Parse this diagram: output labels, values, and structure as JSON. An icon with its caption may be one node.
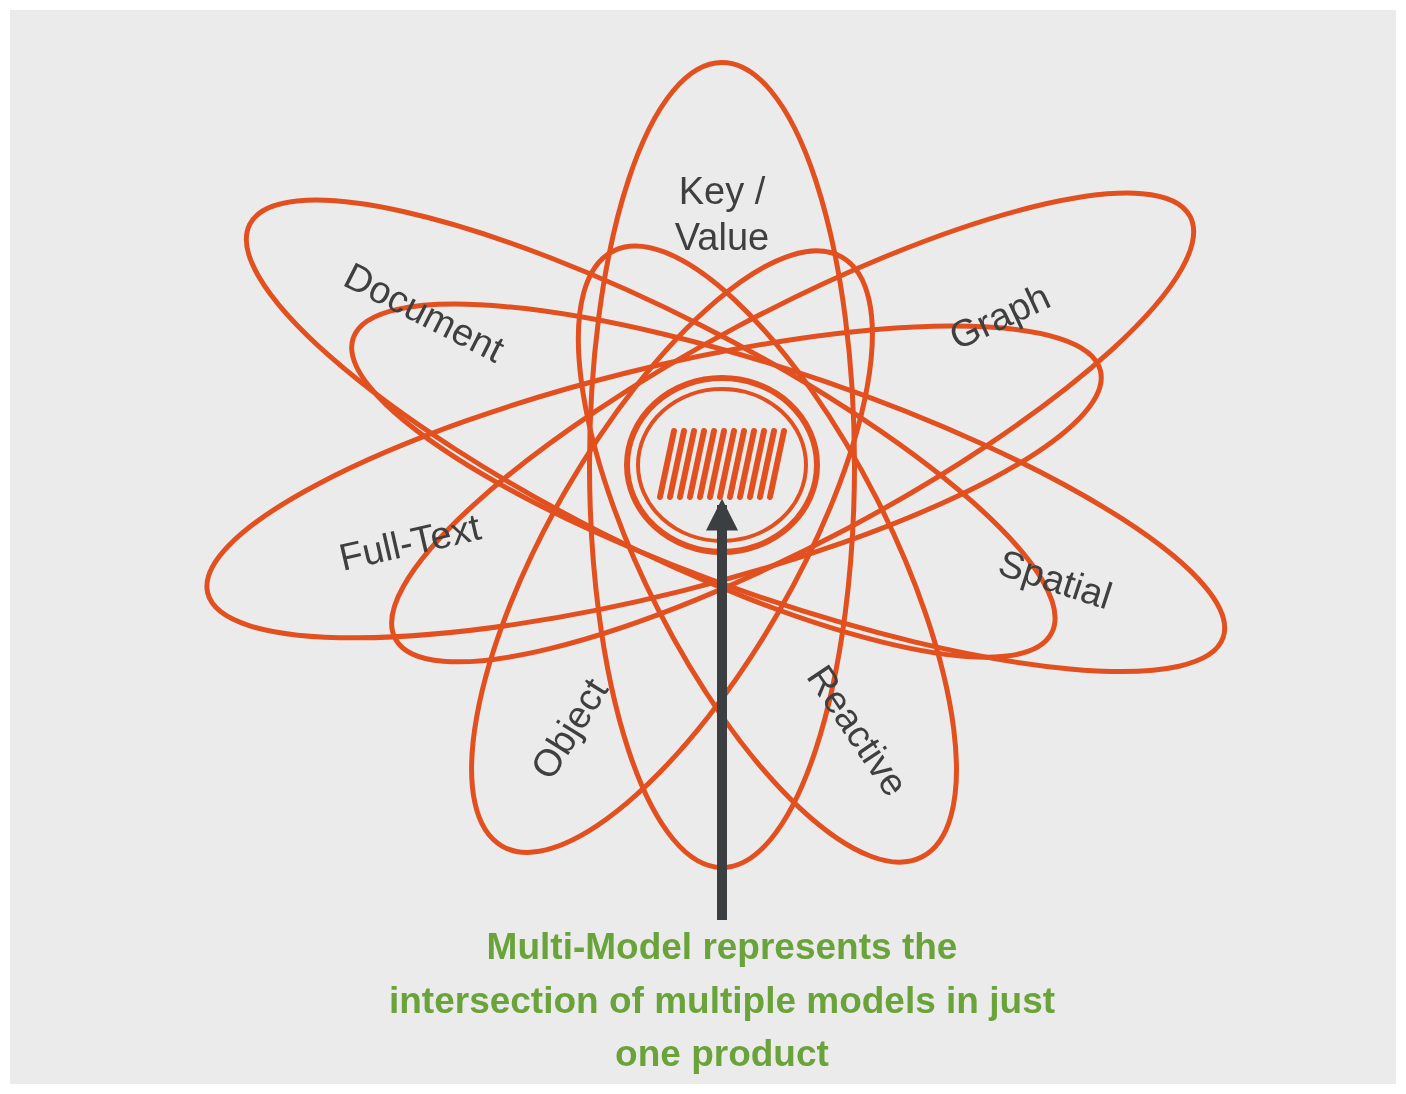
{
  "diagram": {
    "nodes": [
      {
        "text": [],
        "shape": "circle"
      },
      {
        "text": [
          "Multi-Model represents the intersection of multiple models in just one product"
        ]
      }
    ],
    "edges": [
      {
        "from": 1,
        "to": 0,
        "arrow": "to"
      }
    ],
    "labels": [
      "Key / Value",
      "Document",
      "Graph",
      "Full-Text",
      "Spatial",
      "Object",
      "Reactive"
    ]
  }
}
